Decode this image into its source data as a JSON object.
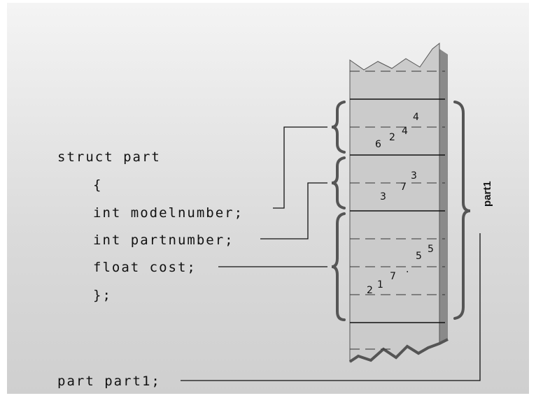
{
  "code": {
    "line1": "struct part",
    "line2": "{",
    "line3": "int modelnumber;",
    "line4": "int partnumber;",
    "line5": "float cost;",
    "line6": "};",
    "line7": "part part1;"
  },
  "memory": {
    "modelnumber_digits": [
      "6",
      "2",
      "4",
      "4"
    ],
    "partnumber_digits": [
      "3",
      "7",
      "3"
    ],
    "cost_digits": [
      "2",
      "1",
      "7",
      ".",
      "5",
      "5"
    ]
  },
  "label": "part1",
  "colors": {
    "stroke": "#111111",
    "block_fill": "#cccccc",
    "shadow": "#8a8a8a"
  }
}
